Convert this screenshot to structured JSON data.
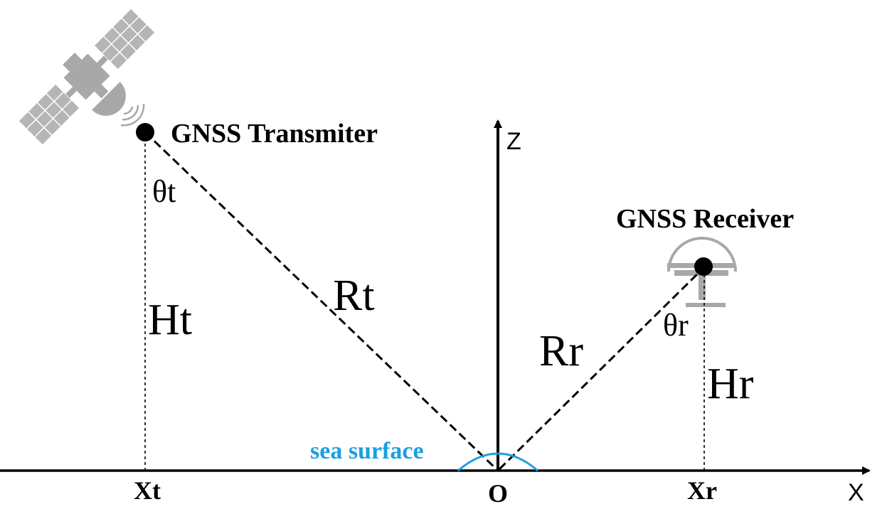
{
  "labels": {
    "transmitter": "GNSS Transmiter",
    "receiver": "GNSS Receiver",
    "theta_t": "θt",
    "theta_r": "θr",
    "ht": "Ht",
    "hr": "Hr",
    "rt": "Rt",
    "rr": "Rr",
    "sea_surface": "sea surface",
    "z_axis": "Z",
    "x_axis": "X",
    "origin": "O",
    "xt": "Xt",
    "xr": "Xr"
  },
  "colors": {
    "line": "#000000",
    "sea_surface": "#1a9fe0",
    "icon_gray": "#a8a8a8"
  },
  "icons": {
    "transmitter": "satellite-icon",
    "receiver": "antenna-icon"
  }
}
